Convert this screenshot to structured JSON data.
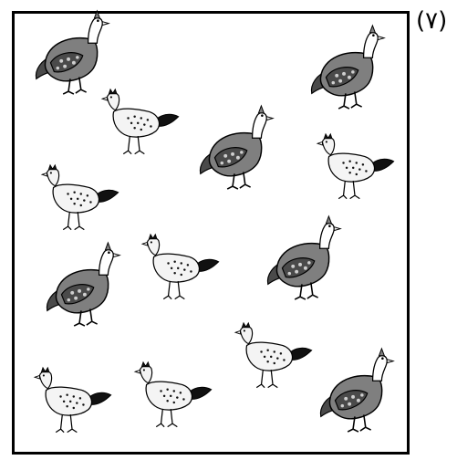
{
  "problem_number": "(٧)",
  "colors": {
    "frame": "#000000",
    "guinea_body": "#7f7f7f",
    "guinea_wing": "#4a4a4a",
    "chicken_body": "#f4f4f4",
    "tail": "#111111"
  },
  "birds": {
    "guinea_fowl_count": 6,
    "chicken_count": 7
  }
}
